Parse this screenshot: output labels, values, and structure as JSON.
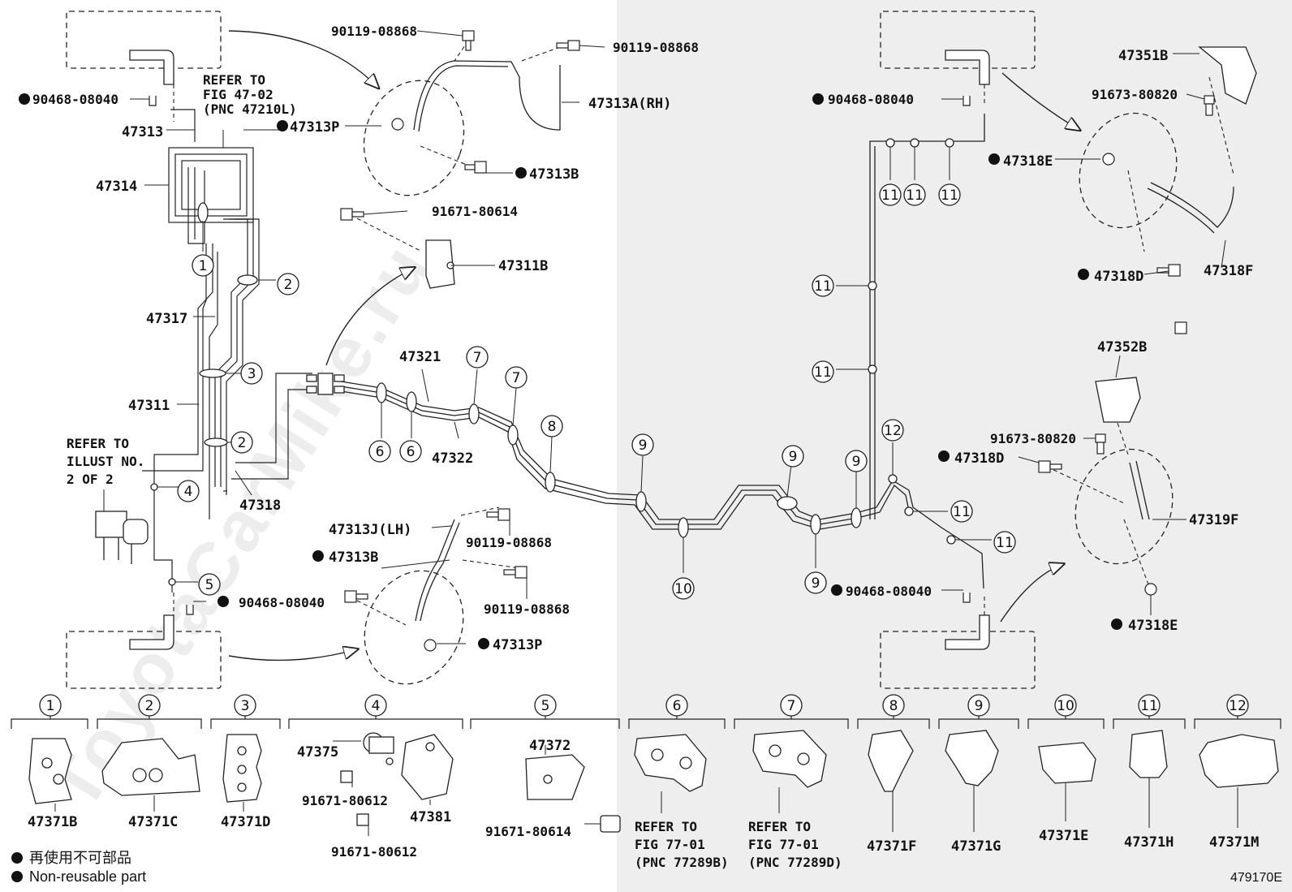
{
  "watermark": "ToyotaCarMike.ru",
  "diagram_id": "479170E",
  "legend": {
    "jp": "再使用不可部品",
    "en": "Non-reusable part",
    "marker_color": "#111111"
  },
  "colors": {
    "right_half_bg": "#eeeeee",
    "line": "#222222"
  },
  "refs": {
    "fig_47_02": [
      "REFER TO",
      "FIG 47-02",
      "(PNC 47210L)"
    ],
    "illust_2": [
      "REFER TO",
      "ILLUST NO.",
      "2 OF 2"
    ],
    "fig_77_01_b": [
      "REFER TO",
      "FIG 77-01",
      "(PNC 77289B)"
    ],
    "fig_77_01_d": [
      "REFER TO",
      "FIG 77-01",
      "(PNC 77289D)"
    ]
  },
  "labels": {
    "p90468_08040_a": "90468-08040",
    "p47313": "47313",
    "p47314": "47314",
    "p47317": "47317",
    "p47311": "47311",
    "p47318": "47318",
    "p90468_08040_b": "90468-08040",
    "p90119_08868_a": "90119-08868",
    "p90119_08868_b": "90119-08868",
    "p47313A": "47313A(RH)",
    "p47313P_a": "47313P",
    "p47313B_a": "47313B",
    "p91671_80614_a": "91671-80614",
    "p47311B": "47311B",
    "p47321": "47321",
    "p47322": "47322",
    "p47313J": "47313J(LH)",
    "p90119_08868_c": "90119-08868",
    "p90119_08868_d": "90119-08868",
    "p47313B_b": "47313B",
    "p47313P_b": "47313P",
    "p90468_08040_c": "90468-08040",
    "p90468_08040_d": "90468-08040",
    "p47351B": "47351B",
    "p91673_80820_a": "91673-80820",
    "p47318E_a": "47318E",
    "p47318D_a": "47318D",
    "p47318F": "47318F",
    "p47352B": "47352B",
    "p91673_80820_b": "91673-80820",
    "p47318D_b": "47318D",
    "p47319F": "47319F",
    "p47318E_b": "47318E"
  },
  "callouts": [
    "1",
    "2",
    "2",
    "3",
    "4",
    "5",
    "6",
    "6",
    "7",
    "7",
    "8",
    "9",
    "9",
    "9",
    "9",
    "10",
    "11",
    "11",
    "11",
    "11",
    "11",
    "11",
    "11",
    "12"
  ],
  "parts_table": [
    {
      "num": "1",
      "parts": [
        "47371B"
      ]
    },
    {
      "num": "2",
      "parts": [
        "47371C"
      ]
    },
    {
      "num": "3",
      "parts": [
        "47371D"
      ]
    },
    {
      "num": "4",
      "parts": [
        "47375",
        "91671-80612",
        "91671-80612",
        "47381"
      ]
    },
    {
      "num": "5",
      "parts": [
        "47372",
        "91671-80614"
      ]
    },
    {
      "num": "6",
      "parts": []
    },
    {
      "num": "7",
      "parts": []
    },
    {
      "num": "8",
      "parts": [
        "47371F"
      ]
    },
    {
      "num": "9",
      "parts": [
        "47371G"
      ]
    },
    {
      "num": "10",
      "parts": [
        "47371E"
      ]
    },
    {
      "num": "11",
      "parts": [
        "47371H"
      ]
    },
    {
      "num": "12",
      "parts": [
        "47371M"
      ]
    }
  ]
}
